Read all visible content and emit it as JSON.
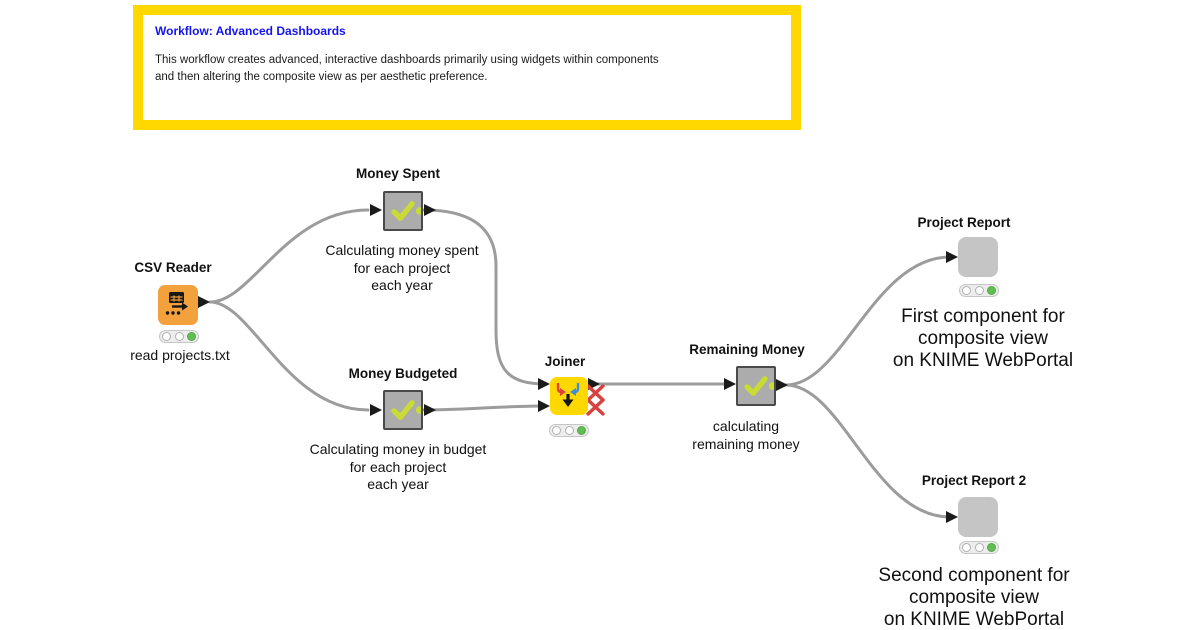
{
  "annotation": {
    "title": "Workflow: Advanced Dashboards",
    "body": "This workflow creates advanced, interactive dashboards primarily using widgets within components\nand then altering the composite view as per aesthetic preference."
  },
  "nodes": {
    "csv_reader": {
      "title": "CSV Reader",
      "caption": "read projects.txt"
    },
    "money_spent": {
      "title": "Money Spent",
      "caption": "Calculating money spent\nfor each project\neach year"
    },
    "money_budgeted": {
      "title": "Money Budgeted",
      "caption": "Calculating money in budget\nfor each project\neach year"
    },
    "joiner": {
      "title": "Joiner"
    },
    "remaining_money": {
      "title": "Remaining Money",
      "caption": "calculating\nremaining money"
    },
    "project_report": {
      "title": "Project Report",
      "caption": "First component for\ncomposite view\non KNIME WebPortal"
    },
    "project_report_2": {
      "title": "Project Report 2",
      "caption": "Second  component for\ncomposite view\non KNIME WebPortal"
    }
  },
  "icons": {
    "csv_reader": "table-with-arrow-icon",
    "executed_metanode": "check-mark-icon",
    "joiner": "merge-arrows-icon",
    "inactive_port": "red-x-icon"
  },
  "colors": {
    "annotation_border": "#FFD800",
    "annotation_title": "#1414EE",
    "csv_node": "#F2A13C",
    "joiner_node": "#FFD800",
    "metanode_fill": "#ACACAC",
    "component_fill": "#C5C5C5",
    "check_mark": "#C9DC35",
    "wire": "#9C9C9C",
    "inactive_x": "#D8413C",
    "status_green": "#61BE52"
  }
}
